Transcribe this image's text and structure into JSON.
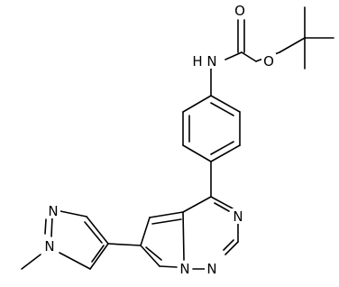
{
  "molecule": {
    "atoms": {
      "carbonyl_oxygen": "O",
      "ester_oxygen": "O",
      "amide_nitrogen": "N",
      "amide_hydrogen": "H",
      "triazine_n_upper": "N",
      "triazine_n_lower": "N",
      "bridgehead_nitrogen": "N",
      "pyrazole_n2": "N",
      "pyrazole_n1": "N"
    },
    "colors": {
      "bond": "#000000",
      "label": "#000000",
      "background": "#ffffff"
    }
  }
}
